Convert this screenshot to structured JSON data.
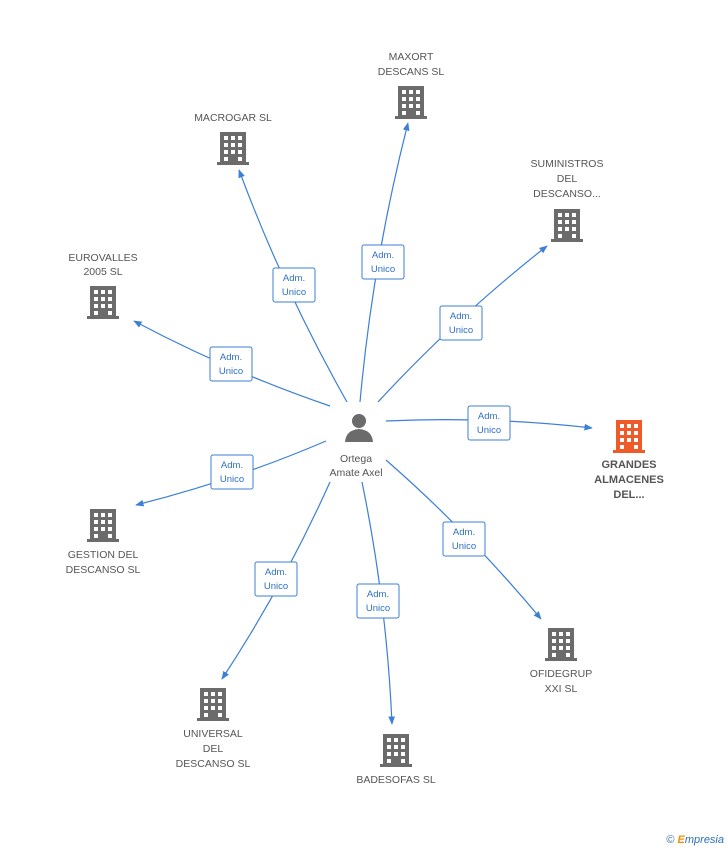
{
  "center": {
    "name_lines": [
      "Ortega",
      "Amate Axel"
    ],
    "icon": "person-icon"
  },
  "companies": [
    {
      "id": "maxort",
      "lines": [
        "MAXORT",
        "DESCANS  SL"
      ],
      "relation": [
        "Adm.",
        "Unico"
      ],
      "highlight": false,
      "icon": "building-icon"
    },
    {
      "id": "macrogar",
      "lines": [
        "MACROGAR SL"
      ],
      "relation": [
        "Adm.",
        "Unico"
      ],
      "highlight": false,
      "icon": "building-icon"
    },
    {
      "id": "suministros",
      "lines": [
        "SUMINISTROS",
        "DEL",
        "DESCANSO..."
      ],
      "relation": [
        "Adm.",
        "Unico"
      ],
      "highlight": false,
      "icon": "building-icon"
    },
    {
      "id": "eurovalles",
      "lines": [
        "EUROVALLES",
        "2005 SL"
      ],
      "relation": [
        "Adm.",
        "Unico"
      ],
      "highlight": false,
      "icon": "building-icon"
    },
    {
      "id": "grandes",
      "lines": [
        "GRANDES",
        "ALMACENES",
        "DEL..."
      ],
      "relation": [
        "Adm.",
        "Unico"
      ],
      "highlight": true,
      "icon": "building-icon"
    },
    {
      "id": "gestion",
      "lines": [
        "GESTION DEL",
        "DESCANSO SL"
      ],
      "relation": [
        "Adm.",
        "Unico"
      ],
      "highlight": false,
      "icon": "building-icon"
    },
    {
      "id": "ofidegrup",
      "lines": [
        "OFIDEGRUP",
        "XXI  SL"
      ],
      "relation": [
        "Adm.",
        "Unico"
      ],
      "highlight": false,
      "icon": "building-icon"
    },
    {
      "id": "universal",
      "lines": [
        "UNIVERSAL",
        "DEL",
        "DESCANSO SL"
      ],
      "relation": [
        "Adm.",
        "Unico"
      ],
      "highlight": false,
      "icon": "building-icon"
    },
    {
      "id": "badesofas",
      "lines": [
        "BADESOFAS SL"
      ],
      "relation": [
        "Adm.",
        "Unico"
      ],
      "highlight": false,
      "icon": "building-icon"
    }
  ],
  "colors": {
    "edge": "#3b7fd6",
    "building": "#6b6b6b",
    "highlight": "#f05a28",
    "person": "#6b6b6b"
  },
  "watermark": {
    "copyright": "©",
    "brand_initial": "E",
    "brand_rest": "mpresia"
  }
}
